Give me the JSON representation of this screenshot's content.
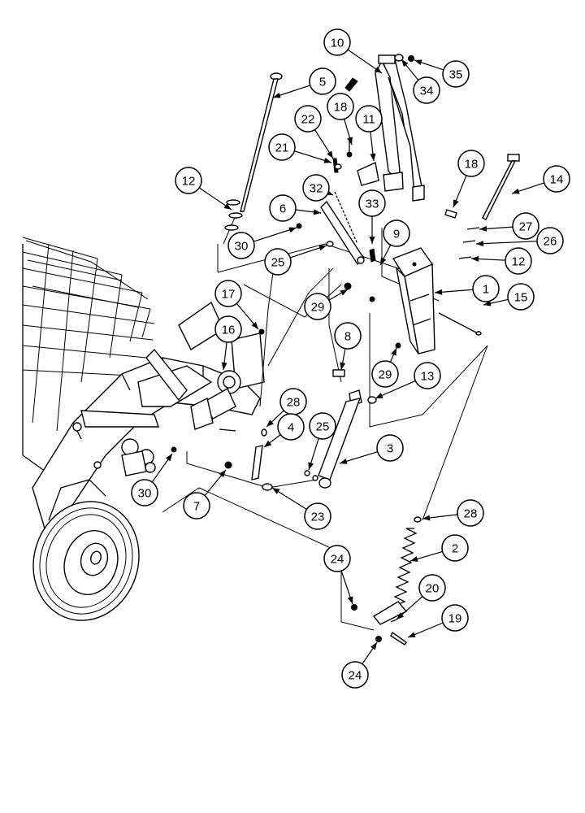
{
  "callouts": [
    {
      "id": "c10",
      "number": "10"
    },
    {
      "id": "c35",
      "number": "35"
    },
    {
      "id": "c34",
      "number": "34"
    },
    {
      "id": "c5",
      "number": "5"
    },
    {
      "id": "c18a",
      "number": "18"
    },
    {
      "id": "c22",
      "number": "22"
    },
    {
      "id": "c11",
      "number": "11"
    },
    {
      "id": "c21",
      "number": "21"
    },
    {
      "id": "c18b",
      "number": "18"
    },
    {
      "id": "c14",
      "number": "14"
    },
    {
      "id": "c12a",
      "number": "12"
    },
    {
      "id": "c32",
      "number": "32"
    },
    {
      "id": "c6",
      "number": "6"
    },
    {
      "id": "c33",
      "number": "33"
    },
    {
      "id": "c27",
      "number": "27"
    },
    {
      "id": "c9",
      "number": "9"
    },
    {
      "id": "c26",
      "number": "26"
    },
    {
      "id": "c30a",
      "number": "30"
    },
    {
      "id": "c25a",
      "number": "25"
    },
    {
      "id": "c12b",
      "number": "12"
    },
    {
      "id": "c1",
      "number": "1"
    },
    {
      "id": "c15",
      "number": "15"
    },
    {
      "id": "c29a",
      "number": "29"
    },
    {
      "id": "c17",
      "number": "17"
    },
    {
      "id": "c16",
      "number": "16"
    },
    {
      "id": "c8",
      "number": "8"
    },
    {
      "id": "c29b",
      "number": "29"
    },
    {
      "id": "c13",
      "number": "13"
    },
    {
      "id": "c28a",
      "number": "28"
    },
    {
      "id": "c4",
      "number": "4"
    },
    {
      "id": "c25b",
      "number": "25"
    },
    {
      "id": "c3",
      "number": "3"
    },
    {
      "id": "c30b",
      "number": "30"
    },
    {
      "id": "c7",
      "number": "7"
    },
    {
      "id": "c23",
      "number": "23"
    },
    {
      "id": "c28b",
      "number": "28"
    },
    {
      "id": "c2",
      "number": "2"
    },
    {
      "id": "c24a",
      "number": "24"
    },
    {
      "id": "c20",
      "number": "20"
    },
    {
      "id": "c19",
      "number": "19"
    },
    {
      "id": "c24b",
      "number": "24"
    }
  ]
}
